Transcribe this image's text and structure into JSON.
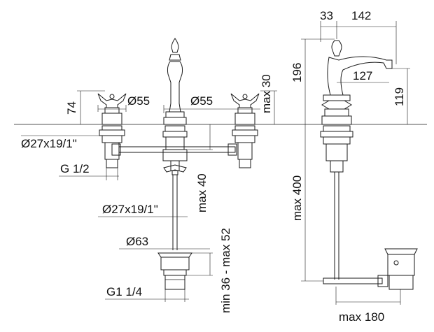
{
  "dimensions": {
    "spout_offset": "33",
    "spout_reach": "142",
    "total_height": "196",
    "spout_height": "127",
    "spout_outlet_height": "119",
    "handle_height": "74",
    "handle_left_diameter": "Ø55",
    "handle_right_diameter": "Ø55",
    "spout_above_deck": "max 30",
    "thread_side_valves": "Ø27x19/1\"",
    "connection_side": "G 1/2",
    "pipe_drop": "max 40",
    "thread_spout": "Ø27x19/1\"",
    "waste_range": "min 36 - max 52",
    "waste_diameter": "Ø63",
    "waste_connection": "G1 1/4",
    "rod_length": "max 400",
    "rod_reach": "max 180"
  },
  "colors": {
    "line": "#1a1a1a",
    "background": "#ffffff"
  }
}
